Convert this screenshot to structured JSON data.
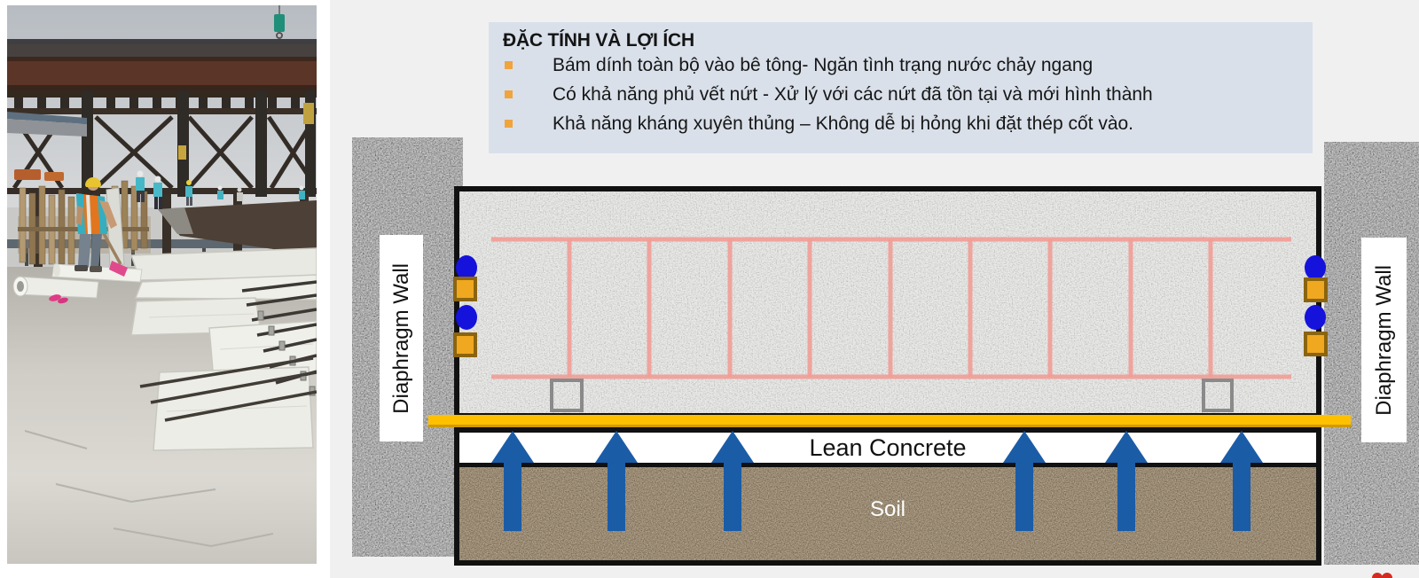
{
  "slide": {
    "info_box": {
      "title": "ĐẶC TÍNH VÀ LỢI ÍCH",
      "bullets": [
        "Bám dính toàn bộ vào bê tông- Ngăn tình trạng nước chảy ngang",
        "Có khả năng phủ vết nứt - Xử lý với các nứt đã tồn tại và mới hình thành",
        "Khả năng kháng xuyên thủng –  Không dễ bị hỏng khi đặt thép cốt vào."
      ]
    },
    "diagram": {
      "left_wall_label": "Diaphragm Wall",
      "right_wall_label": "Diaphragm Wall",
      "lean_concrete_label": "Lean Concrete",
      "soil_label": "Soil",
      "upward_arrow_count": 6,
      "colors": {
        "slide_bg": "#F0F0F1",
        "info_box_bg": "#D9E0EA",
        "bullet_gold": "#F0A43C",
        "membrane_yellow": "#FFC000",
        "arrow_blue": "#1B5CA7",
        "rebar_pink": "#F19E96",
        "waterstop_blue": "#1512DC",
        "waterstop_gold_fill": "#F0A820",
        "waterstop_gold_border": "#8A6410"
      }
    }
  }
}
